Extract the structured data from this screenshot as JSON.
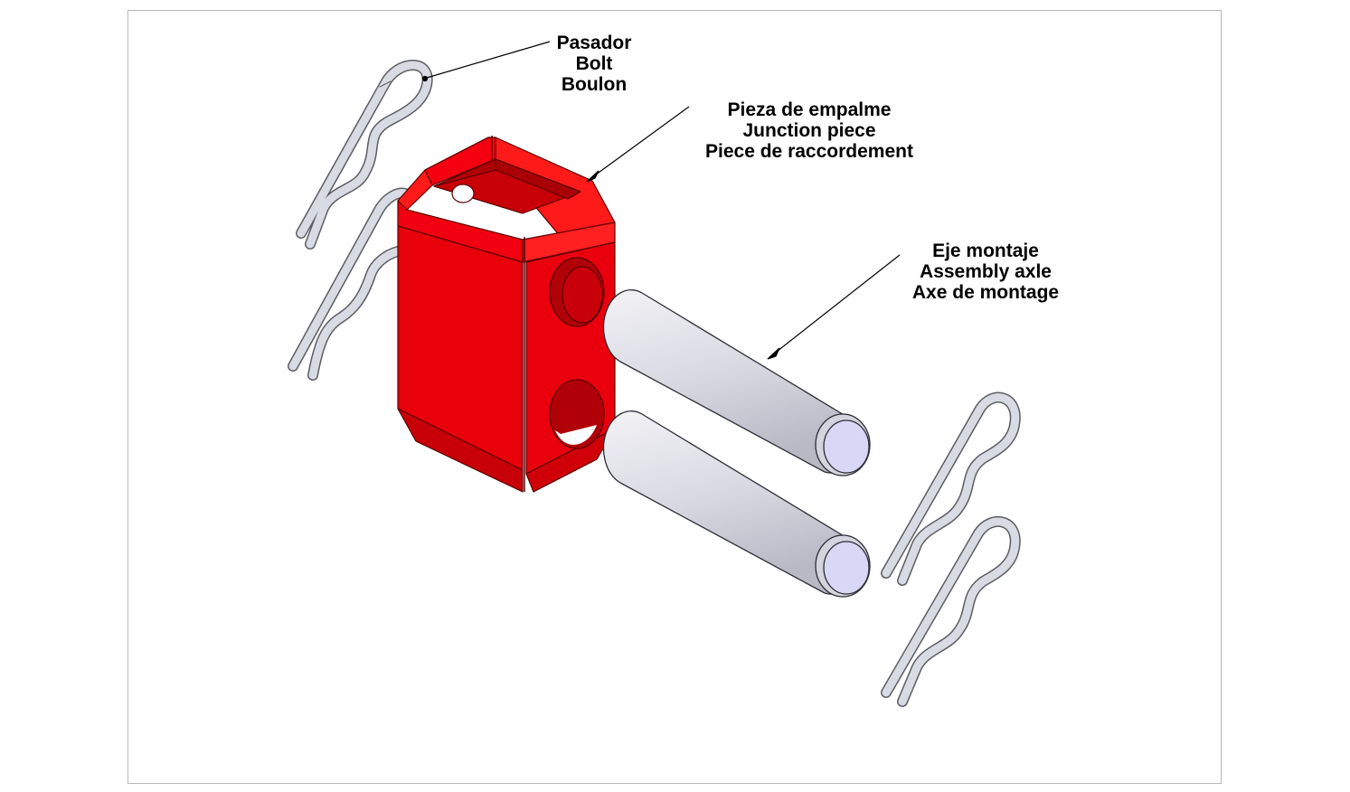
{
  "callouts": {
    "bolt": {
      "es": "Pasador",
      "en": "Bolt",
      "fr": "Boulon"
    },
    "junction": {
      "es": "Pieza de empalme",
      "en": "Junction piece",
      "fr": "Piece de raccordement"
    },
    "axle": {
      "es": "Eje montaje",
      "en": "Assembly axle",
      "fr": "Axe de montage"
    }
  },
  "parts": {
    "junction_piece": {
      "name": "junction-piece",
      "color": "#e8000b"
    },
    "assembly_axle": {
      "name": "assembly-axle",
      "color": "#dcdce6"
    },
    "bolt": {
      "name": "bolt",
      "color": "#d6d8e2"
    }
  }
}
